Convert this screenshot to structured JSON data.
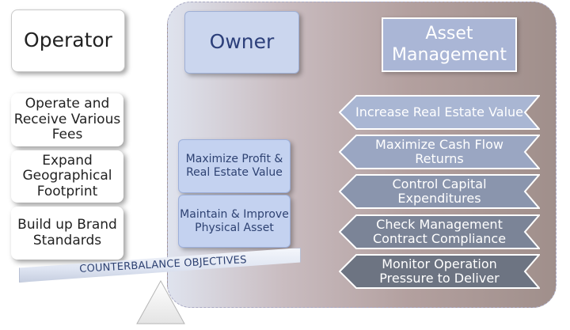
{
  "operator": {
    "title": "Operator",
    "items": [
      "Operate and Receive Various Fees",
      "Expand Geographical Footprint",
      "Build up Brand Standards"
    ]
  },
  "owner": {
    "title": "Owner",
    "items": [
      "Maximize Profit & Real Estate Value",
      "Maintain & Improve Physical Asset"
    ]
  },
  "asset_management": {
    "title": "Asset Management",
    "items": [
      {
        "label": "Increase Real Estate Value",
        "color": "#a9b6d3"
      },
      {
        "label": "Maximize Cash Flow Returns",
        "color": "#9aa6c2"
      },
      {
        "label": "Control Capital Expenditures",
        "color": "#8a95ad"
      },
      {
        "label": "Check Management Contract Compliance",
        "color": "#7b8497"
      },
      {
        "label": "Monitor Operation Pressure to Deliver",
        "color": "#6d7482"
      }
    ]
  },
  "balance": {
    "label": "COUNTERBALANCE OBJECTIVES"
  }
}
